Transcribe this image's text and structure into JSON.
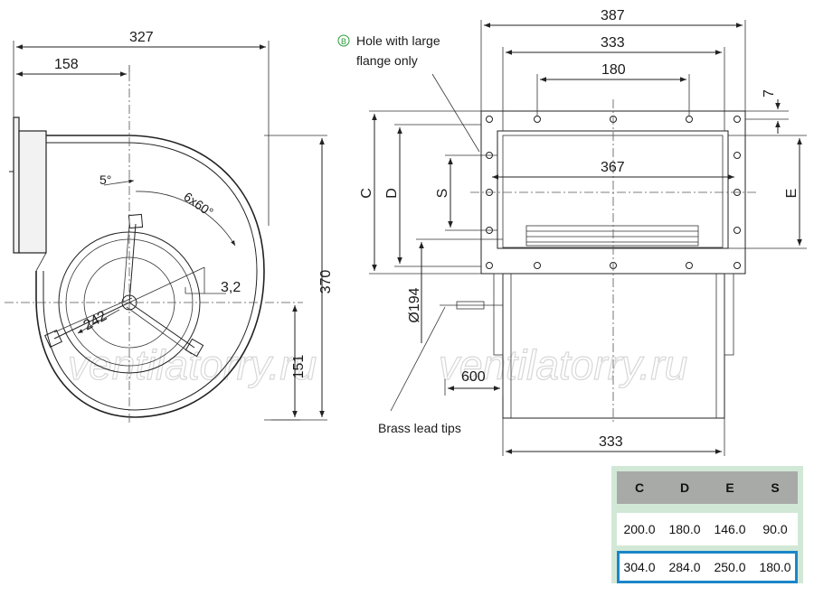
{
  "dimensions": {
    "left_width": "327",
    "left_offset": "158",
    "left_height": "370",
    "left_lower": "151",
    "angle_small": "5°",
    "angle_pattern": "6x60°",
    "hole_offset": "3,2",
    "bolt_circle": "242",
    "top_width": "387",
    "inner_width": "333",
    "hole_span": "180",
    "flange_thickness": "7",
    "outlet_width": "367",
    "diameter": "Ø194",
    "lead_length": "600",
    "bottom_width": "333"
  },
  "letters": {
    "c": "C",
    "d": "D",
    "s": "S",
    "e": "E"
  },
  "notes": {
    "hole_marker": "B",
    "hole_note_line1": "Hole with large",
    "hole_note_line2": "flange only",
    "brass": "Brass lead tips"
  },
  "watermark": "ventilatorry.ru",
  "table": {
    "headers": [
      "C",
      "D",
      "E",
      "S"
    ],
    "rows": [
      [
        "200.0",
        "180.0",
        "146.0",
        "90.0"
      ],
      [
        "304.0",
        "284.0",
        "250.0",
        "180.0"
      ]
    ],
    "highlight_color": "#1b86c8",
    "background_color": "#d2e8d7",
    "header_color": "#a8aaa8"
  }
}
